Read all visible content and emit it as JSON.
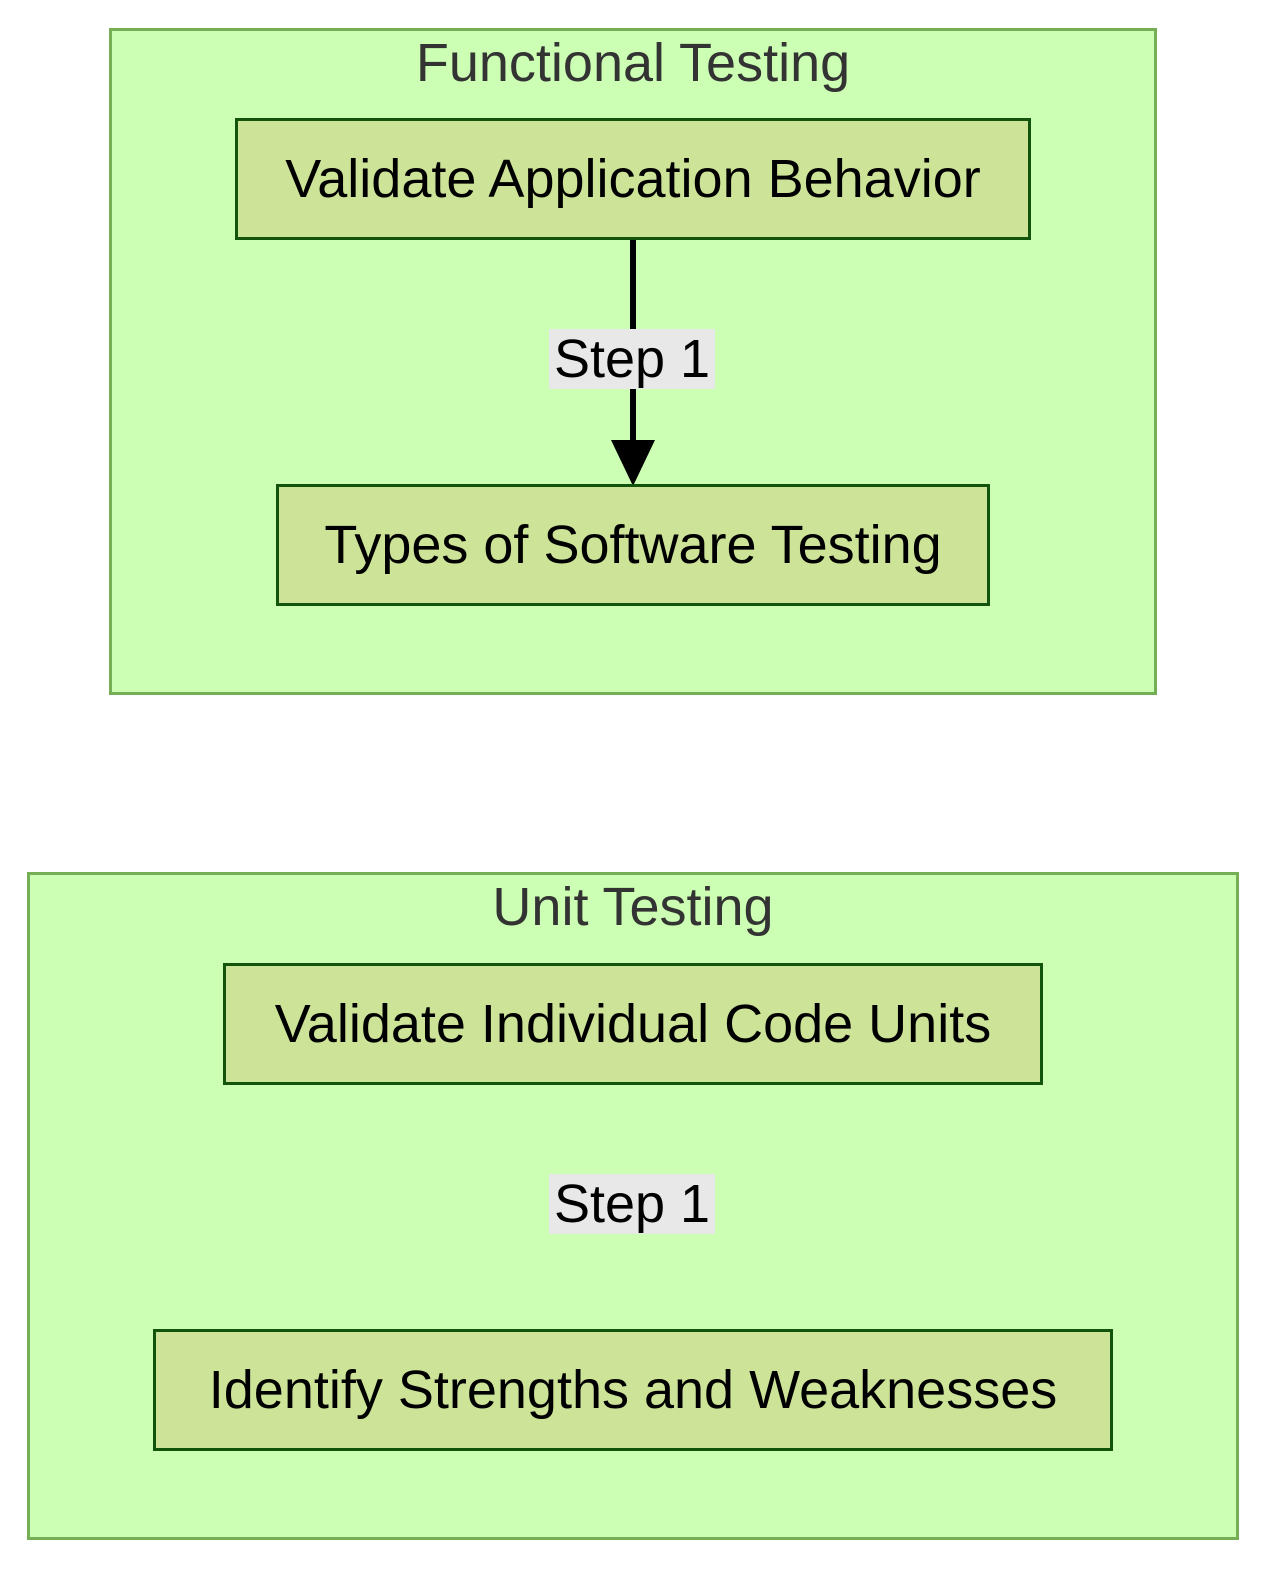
{
  "clusters": [
    {
      "title": "Functional Testing",
      "nodes": [
        "Validate Application Behavior",
        "Types of Software Testing"
      ],
      "edge_label": "Step 1"
    },
    {
      "title": "Unit Testing",
      "nodes": [
        "Validate Individual Code Units",
        "Identify Strengths and Weaknesses"
      ],
      "edge_label": "Step 1"
    }
  ],
  "colors": {
    "cluster_fill": "#ccffb3",
    "cluster_border": "#74ae55",
    "node_fill": "#cde498",
    "node_border": "#13540c",
    "edge": "#000000",
    "edge_label_bg": "#e8e8e8"
  }
}
